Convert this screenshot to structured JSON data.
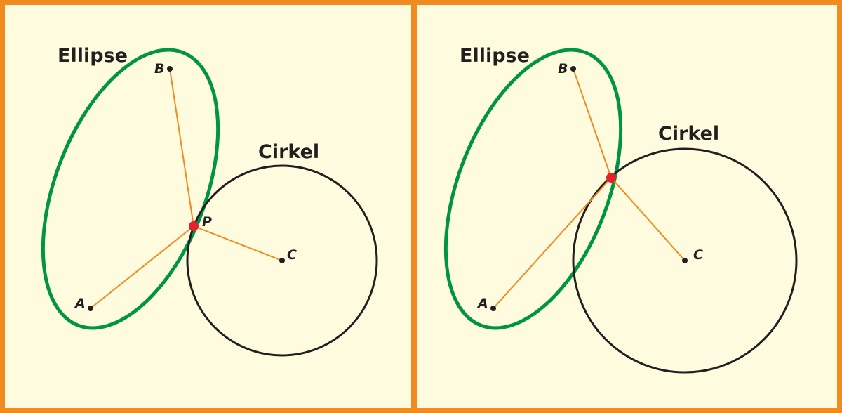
{
  "colors": {
    "frame": "#f18a1f",
    "background": "#fffbdf",
    "ellipse": "#009543",
    "circle": "#231f20",
    "segment": "#f18a1f",
    "point_p": "#e8202a"
  },
  "panels": [
    {
      "ellipse_label": "Ellipse",
      "circle_label": "Cirkel",
      "points": {
        "a": "A",
        "b": "B",
        "c": "C",
        "p": "P"
      }
    },
    {
      "ellipse_label": "Ellipse",
      "circle_label": "Cirkel",
      "points": {
        "a": "A",
        "b": "B",
        "c": "C"
      }
    }
  ]
}
